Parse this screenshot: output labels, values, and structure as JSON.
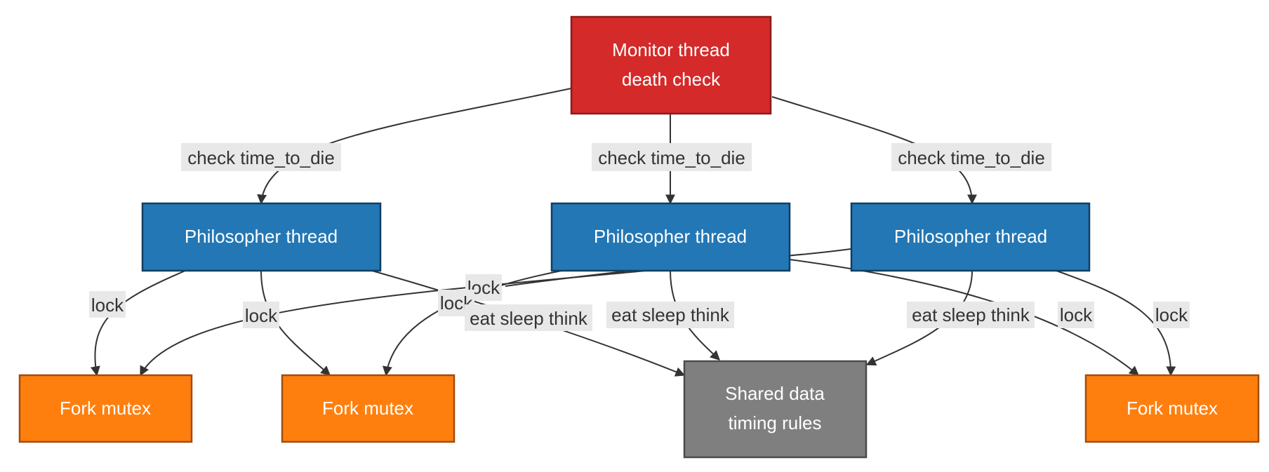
{
  "colors": {
    "monitor": "#d42a2a",
    "monitor_border": "#8b1a1a",
    "philosopher": "#2377b4",
    "philosopher_border": "#103e63",
    "fork": "#ff7f0e",
    "fork_border": "#a14c0d",
    "shared": "#7f7f7f",
    "shared_border": "#4a4a4a",
    "edge": "#333333"
  },
  "nodes": {
    "monitor": {
      "line1": "Monitor thread",
      "line2": "death check"
    },
    "philosopher_1": {
      "label": "Philosopher thread"
    },
    "philosopher_2": {
      "label": "Philosopher thread"
    },
    "philosopher_3": {
      "label": "Philosopher thread"
    },
    "fork_1": {
      "label": "Fork mutex"
    },
    "fork_2": {
      "label": "Fork mutex"
    },
    "fork_3": {
      "label": "Fork mutex"
    },
    "shared": {
      "line1": "Shared data",
      "line2": "timing rules"
    }
  },
  "edge_labels": {
    "check_1": "check time_to_die",
    "check_2": "check time_to_die",
    "check_3": "check time_to_die",
    "p1_lock_f1": "lock",
    "p1_lock_f2": "lock",
    "p1_eat": "eat sleep think",
    "p2_lock_f2": "lock",
    "p2_lock_f1": "lock",
    "p2_eat": "eat sleep think",
    "p3_eat": "eat sleep think",
    "p3_lock_f3a": "lock",
    "p3_lock_f3b": "lock"
  }
}
